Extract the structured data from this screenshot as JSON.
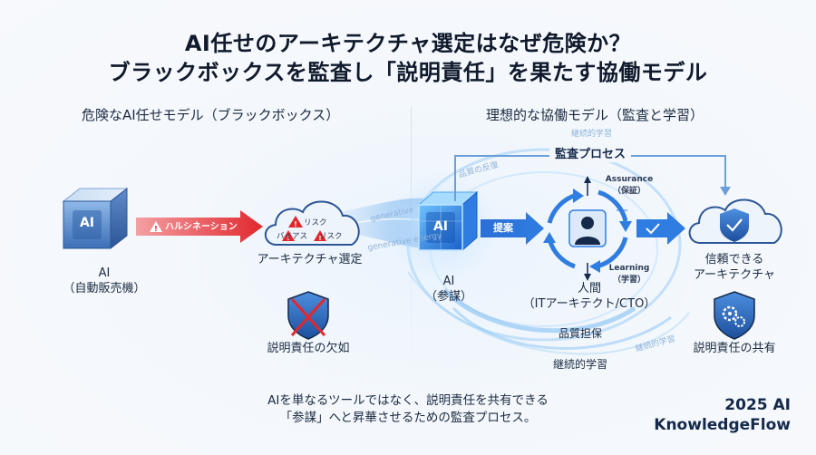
{
  "title": {
    "line1": "AI任せのアーキテクチャ選定はなぜ危険か？",
    "line2": "ブラックボックスを監査し「説明責任」を果たす協働モデル"
  },
  "left": {
    "heading": "危険なAI任せモデル（ブラックボックス）",
    "ai_box_label": "AI",
    "ai_caption_1": "AI",
    "ai_caption_2": "（自動販売機）",
    "arrow_label": "ハルシネーション",
    "cloud_risk_top": "リスク",
    "cloud_risk_bias": "バイアス",
    "cloud_risk_right": "リスク",
    "cloud_caption": "アーキテクチャ選定",
    "shield_caption": "説明責任の欠如",
    "faint_text_1": "generative",
    "faint_text_2": "generative energy"
  },
  "right": {
    "heading": "理想的な協働モデル（監査と学習）",
    "ai_box_label": "AI",
    "ai_caption_1": "AI",
    "ai_caption_2": "（参謀）",
    "proposal_label": "提案",
    "audit_process": "監査プロセス",
    "assurance_1": "Assurance",
    "assurance_2": "（保証）",
    "learning_1": "Learning",
    "learning_2": "（学習）",
    "human_1": "人間",
    "human_2": "（ITアーキテクト/CTO）",
    "trust_1": "信頼できる",
    "trust_2": "アーキテクチャ",
    "shared_caption": "説明責任の共有",
    "quality_label": "品質担保",
    "continuous_label": "継続的学習",
    "faint_top": "継続的学習",
    "faint_left": "品質の反復",
    "faint_bottom_right": "継続的学習"
  },
  "footer": {
    "line1": "AIを単なるツールではなく、説明責任を共有できる",
    "line2": "「参謀」へと昇華させるための監査プロセス。"
  },
  "brand": {
    "line1": "2025 AI",
    "line2": "KnowledgeFlow"
  },
  "colors": {
    "accent_blue": "#2f7de1",
    "danger_red": "#e0282e",
    "navy": "#15294a"
  }
}
